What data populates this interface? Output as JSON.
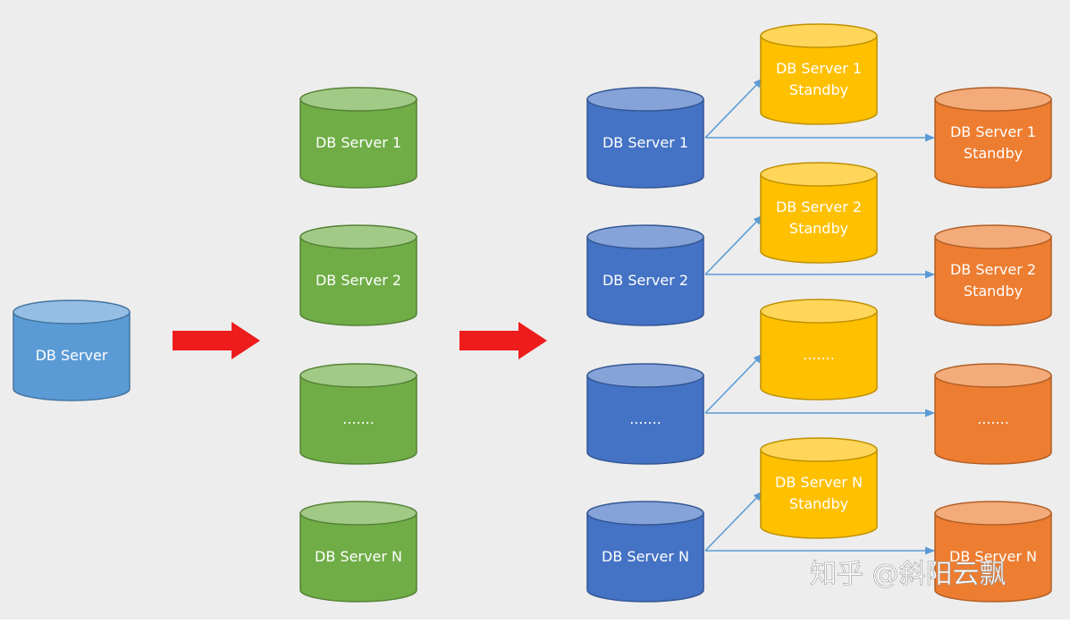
{
  "colors": {
    "background": "#ededed",
    "arrow_red": "#ee1c1c",
    "link_blue": "#5b9bd5",
    "light_blue": "#5b9bd5",
    "green": "#70ad47",
    "dark_blue": "#4472c4",
    "yellow": "#ffc000",
    "orange": "#ed7d31"
  },
  "source": {
    "label": "DB Server",
    "color": "light_blue"
  },
  "shards": [
    {
      "label": "DB Server 1",
      "color": "green"
    },
    {
      "label": "DB Server 2",
      "color": "green"
    },
    {
      "label": ".......",
      "color": "green"
    },
    {
      "label": "DB Server N",
      "color": "green"
    }
  ],
  "primaries": [
    {
      "label": "DB Server 1",
      "color": "dark_blue"
    },
    {
      "label": "DB Server 2",
      "color": "dark_blue"
    },
    {
      "label": ".......",
      "color": "dark_blue"
    },
    {
      "label": "DB Server N",
      "color": "dark_blue"
    }
  ],
  "standby_a": [
    {
      "lines": [
        "DB Server 1",
        "Standby"
      ],
      "color": "yellow"
    },
    {
      "lines": [
        "DB Server 2",
        "Standby"
      ],
      "color": "yellow"
    },
    {
      "lines": [
        "......."
      ],
      "color": "yellow"
    },
    {
      "lines": [
        "DB Server N",
        "Standby"
      ],
      "color": "yellow"
    }
  ],
  "standby_b": [
    {
      "lines": [
        "DB Server 1",
        "Standby"
      ],
      "color": "orange"
    },
    {
      "lines": [
        "DB Server 2",
        "Standby"
      ],
      "color": "orange"
    },
    {
      "lines": [
        "......."
      ],
      "color": "orange"
    },
    {
      "lines": [
        "DB Server N"
      ],
      "color": "orange"
    }
  ],
  "watermark": "知乎 @斜阳云飘"
}
